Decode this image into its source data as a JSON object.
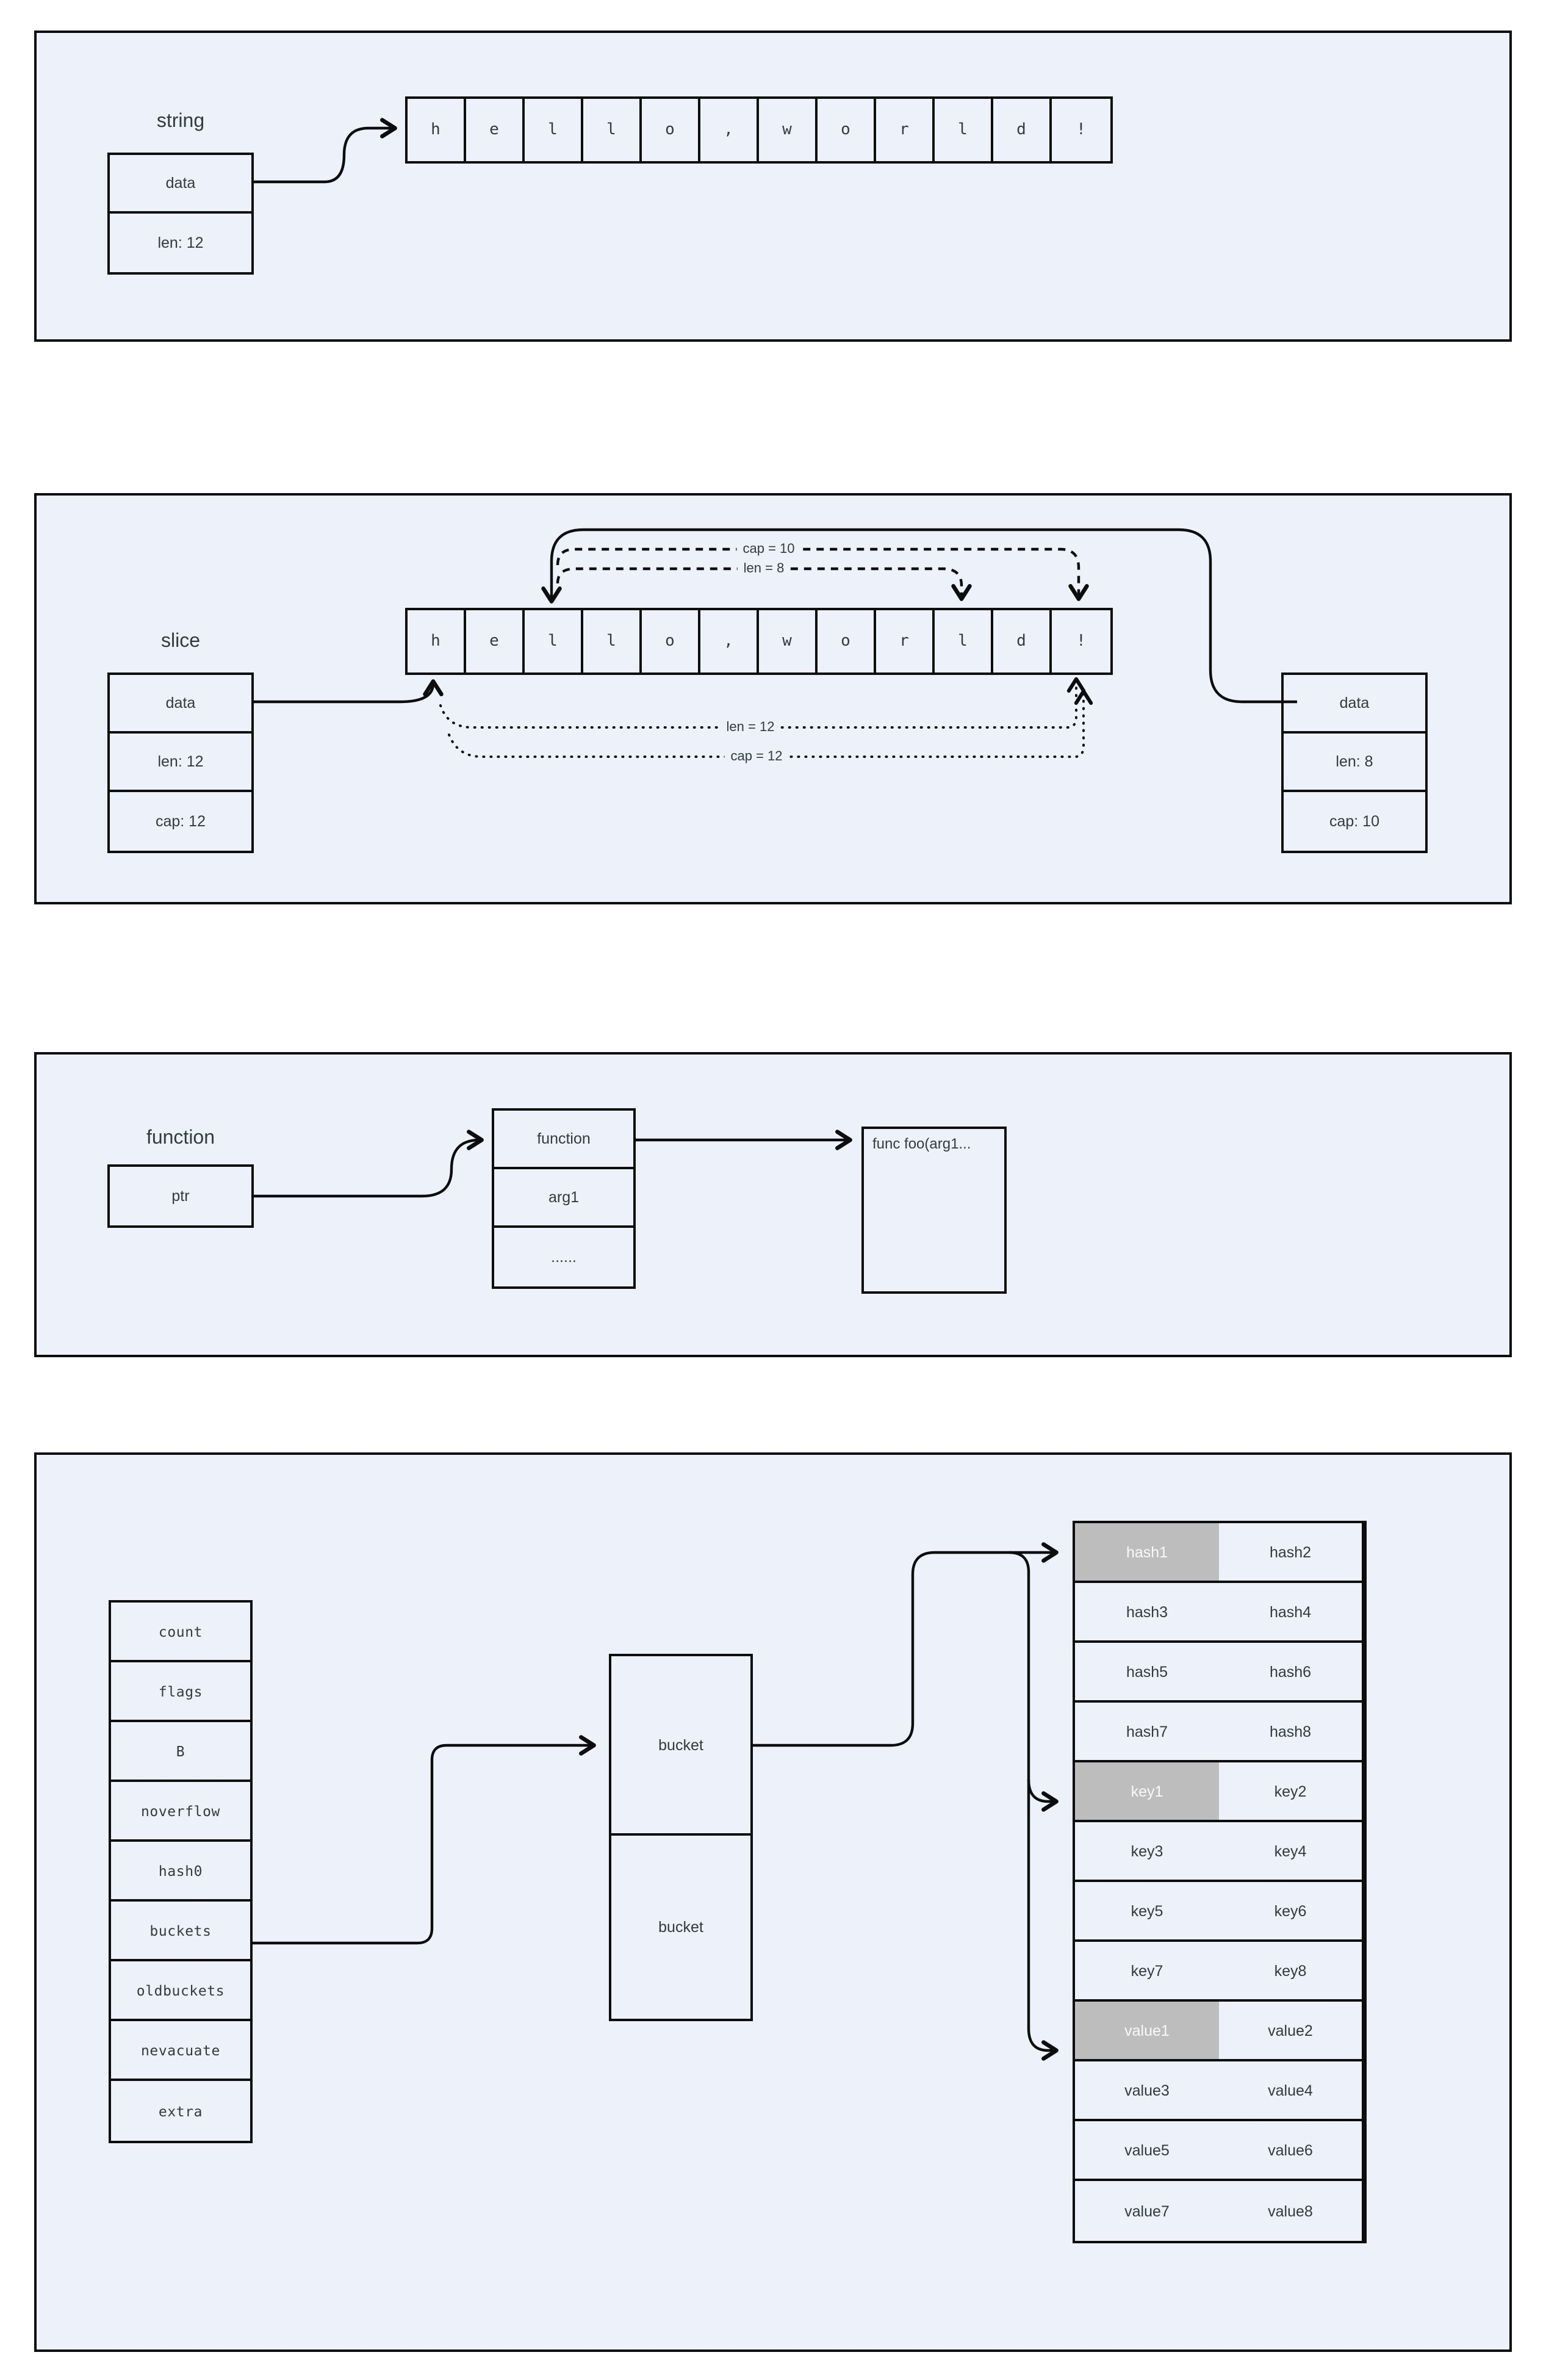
{
  "colors": {
    "panel_bg": "#ecf1fa",
    "line": "#0d0d0d",
    "highlight_bg": "#bdbdbd",
    "highlight_text": "#f7f8fa",
    "text": "#333a45"
  },
  "panels": {
    "string": {
      "title": "string",
      "struct_rows": [
        "data",
        "len: 12"
      ],
      "array": [
        "h",
        "e",
        "l",
        "l",
        "o",
        ",",
        "w",
        "o",
        "r",
        "l",
        "d",
        "!"
      ]
    },
    "slice": {
      "title": "slice",
      "left_struct_rows": [
        "data",
        "len: 12",
        "cap: 12"
      ],
      "right_struct_rows": [
        "data",
        "len: 8",
        "cap: 10"
      ],
      "array": [
        "h",
        "e",
        "l",
        "l",
        "o",
        ",",
        "w",
        "o",
        "r",
        "l",
        "d",
        "!"
      ],
      "annotations": {
        "cap_top": "cap = 10",
        "len_top": "len = 8",
        "len_bottom": "len = 12",
        "cap_bottom": "cap = 12"
      }
    },
    "function": {
      "title": "function",
      "ptr_label": "ptr",
      "struct_rows": [
        "function",
        "arg1",
        "......"
      ],
      "code_box": "func foo(arg1..."
    },
    "map": {
      "struct_rows": [
        "count",
        "flags",
        "B",
        "noverflow",
        "hash0",
        "buckets",
        "oldbuckets",
        "nevacuate",
        "extra"
      ],
      "bucket_cells": [
        "bucket",
        "bucket"
      ],
      "grid": [
        {
          "label": "hash1",
          "highlight": true
        },
        {
          "label": "hash2"
        },
        {
          "label": "hash3"
        },
        {
          "label": "hash4"
        },
        {
          "label": "hash5"
        },
        {
          "label": "hash6"
        },
        {
          "label": "hash7"
        },
        {
          "label": "hash8"
        },
        {
          "label": "key1",
          "highlight": true
        },
        {
          "label": "key2"
        },
        {
          "label": "key3"
        },
        {
          "label": "key4"
        },
        {
          "label": "key5"
        },
        {
          "label": "key6"
        },
        {
          "label": "key7"
        },
        {
          "label": "key8"
        },
        {
          "label": "value1",
          "highlight": true
        },
        {
          "label": "value2"
        },
        {
          "label": "value3"
        },
        {
          "label": "value4"
        },
        {
          "label": "value5"
        },
        {
          "label": "value6"
        },
        {
          "label": "value7"
        },
        {
          "label": "value8"
        }
      ]
    }
  }
}
